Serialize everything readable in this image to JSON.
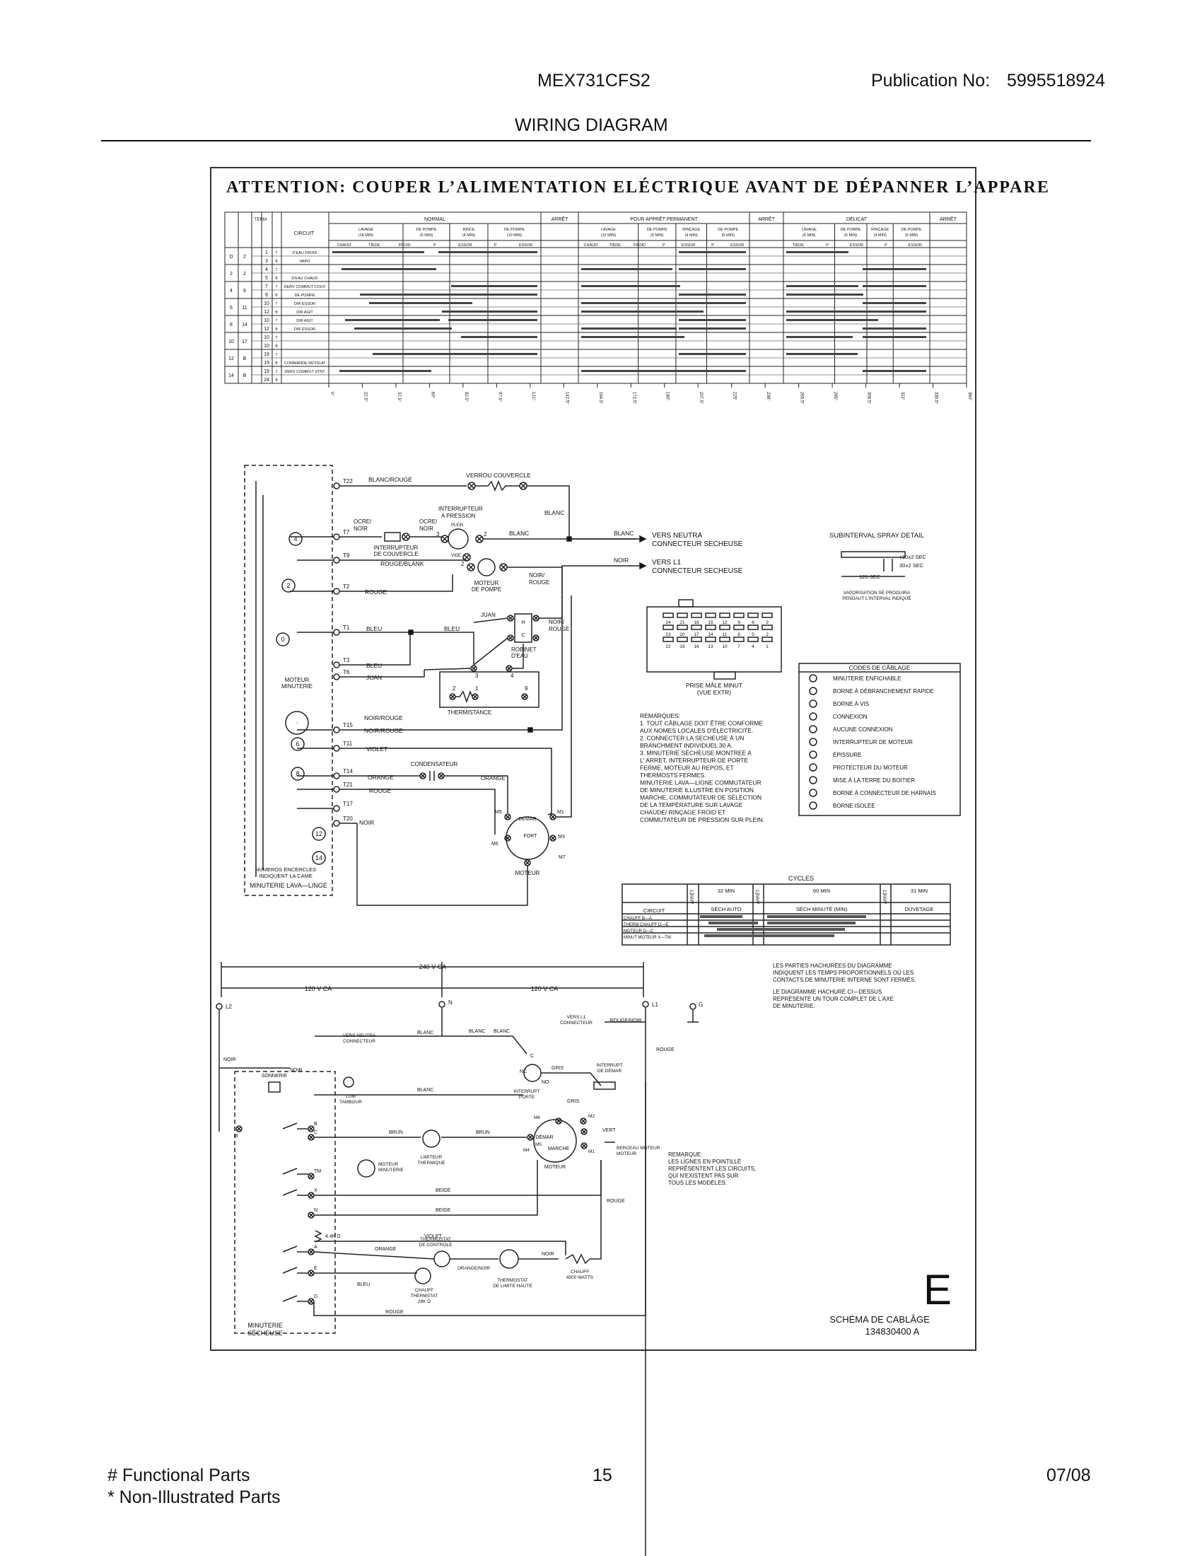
{
  "header": {
    "model": "MEX731CFS2",
    "publication_label": "Publication No:",
    "publication_no": "5995518924",
    "title": "WIRING DIAGRAM"
  },
  "attention": "ATTENTION: COUPER L’ALIMENTATION ELÉCTRIQUE AVANT DE DÉPANNER L’APPARE",
  "timer_chart": {
    "col_heads": [
      "TERM",
      "CIRCUIT"
    ],
    "sections": [
      "NORMAL",
      "ARRÊT",
      "POUR APPRÊT PERMANENT",
      "ARRÊT",
      "DÉLICAT",
      "ARRÊT"
    ],
    "normal_sub": [
      "LAVAGE (18 MIN)",
      "DE POMPE (5 MIN)",
      "RINCE (4 MIN)",
      "DE POMPE (10 MIN)"
    ],
    "normal_sub2": [
      "CHAUD",
      "TIÈDE",
      "FROID",
      "P",
      "ESSOR",
      "P",
      "ESSOR"
    ],
    "perm_sub": [
      "LAVAGE (12 MIN)",
      "DE POMPE (6 MIN)",
      "RINÇAGE (4 MIN)",
      "DE POMPE (6 MIN)"
    ],
    "perm_sub2": [
      "CHAUD",
      "TIÈDE",
      "FROID",
      "P",
      "ESSOR",
      "P",
      "ESSOR"
    ],
    "del_sub": [
      "LAVAGE (6 MIN)",
      "DE POMPE (6 MIN)",
      "RINÇAGE (4 MIN)",
      "DE POMPE (6 MIN)"
    ],
    "del_sub2": [
      "TIÈDE",
      "P",
      "ESSOR",
      "P",
      "ESSOR"
    ],
    "rows": [
      {
        "cam": "D",
        "t": "2",
        "term": "1",
        "c": "T",
        "circuit": "D'EAU FROID"
      },
      {
        "cam": "",
        "t": "",
        "term": "3",
        "c": "B",
        "circuit": "VAPO"
      },
      {
        "cam": "2",
        "t": "2",
        "term": "4",
        "c": "T",
        "circuit": ""
      },
      {
        "cam": "",
        "t": "",
        "term": "5",
        "c": "B",
        "circuit": "D'EAU CHAUD"
      },
      {
        "cam": "4",
        "t": "8",
        "term": "7",
        "c": "T",
        "circuit": "DERV COMMUT COUV"
      },
      {
        "cam": "",
        "t": "",
        "term": "9",
        "c": "B",
        "circuit": "DE POMPE"
      },
      {
        "cam": "6",
        "t": "11",
        "term": "10",
        "c": "T",
        "circuit": "DIR ESSOR"
      },
      {
        "cam": "",
        "t": "",
        "term": "12",
        "c": "B",
        "circuit": "DIR AGIT"
      },
      {
        "cam": "8",
        "t": "14",
        "term": "10",
        "c": "T",
        "circuit": "DIR AGIT"
      },
      {
        "cam": "",
        "t": "",
        "term": "12",
        "c": "B",
        "circuit": "DIR ESSOR"
      },
      {
        "cam": "10",
        "t": "17",
        "term": "10",
        "c": "T",
        "circuit": ""
      },
      {
        "cam": "",
        "t": "",
        "term": "10",
        "c": "B",
        "circuit": ""
      },
      {
        "cam": "12",
        "t": "B",
        "term": "19",
        "c": "T",
        "circuit": ""
      },
      {
        "cam": "",
        "t": "",
        "term": "19",
        "c": "B",
        "circuit": "COMMANDE MOTEUR"
      },
      {
        "cam": "14",
        "t": "B",
        "term": "19",
        "c": "T",
        "circuit": "DERV COMMUT STNT"
      },
      {
        "cam": "",
        "t": "",
        "term": "24",
        "c": "B",
        "circuit": ""
      }
    ],
    "degrees": [
      "0°",
      "22.5°",
      "37.5°",
      "60°",
      "82.5°",
      "97.5°",
      "121°",
      "142.5°",
      "164.5°",
      "172.5°",
      "180°",
      "207.5°",
      "225°",
      "238°",
      "265.5°",
      "285°",
      "308.5°",
      "321°",
      "335.5°",
      "360°"
    ]
  },
  "washer": {
    "labels": {
      "verrou": "VERROU COUVERCLE",
      "blanc_rouge": "BLANC/ROUGE",
      "interrupteur_pression": "INTERRUPTEUR A PRESSION",
      "blanc": "BLANC",
      "ocre_noir1": "OCRE/ NOIR",
      "ocre_noir2": "OCRE/ NOIR",
      "plein": "PLEIN",
      "vide": "VIDE",
      "int_couvercle": "INTERRUPTEUR DE COUVERCLE",
      "rouge_blank": "ROUGE/BLANK",
      "moteur_pompe": "MOTEUR DE POMPE",
      "noir_rouge_a": "NOIR/ ROUGE",
      "rouge": "ROUGE",
      "juan": "JUAN",
      "noir_rouge_b": "NOIR/ ROUGE",
      "bleu": "BLEU",
      "robinet": "ROBINET D'EAU",
      "moteur_minuterie": "MOTEUR MINUTERIE",
      "thermistance": "THERMISTANCE",
      "noir_rouge_c": "NOIR/ROUGE",
      "violet": "VIOLET",
      "condensateur": "CONDENSATEUR",
      "orange": "ORANGE",
      "demar": "DEMAR",
      "fort": "FORT",
      "noir": "NOIR",
      "moteur": "MOTEUR",
      "numeros": "NUMEROS ENCERCLES INDIQUENT LA CAME",
      "minuterie_lava": "MINUTERIE LAVA—LINGE",
      "vers_neutra": "VERS NEUTRA CONNECTEUR SECHEUSE",
      "vers_l1": "VERS L1 CONNECTEUR SECHEUSE",
      "blanc2": "BLANC",
      "noir2": "NOIR",
      "prise": "PRISE MÂLE MINUT (VUE EXTR)"
    },
    "terminals": [
      "T22",
      "T7",
      "T9",
      "T2",
      "T1",
      "T3",
      "T6",
      "T15",
      "T11",
      "T14",
      "T21",
      "T17",
      "T20"
    ],
    "cams": [
      "4",
      "2",
      "0",
      "6",
      "8",
      "12",
      "14"
    ]
  },
  "spray": {
    "title": "SUBINTERVAL SPRAY DETAIL",
    "t1": "10±2 SEC",
    "t2": "30±2 SEC",
    "t3": "120 SEC",
    "note": "VAPORISATION SE PRODUIRA PENDAUT L'INTERVAL INDIQUÉ"
  },
  "plug_numbers": [
    [
      "24",
      "21",
      "18",
      "15",
      "12",
      "9",
      "6",
      "3"
    ],
    [
      "23",
      "20",
      "17",
      "14",
      "11",
      "8",
      "5",
      "2"
    ],
    [
      "22",
      "19",
      "16",
      "13",
      "10",
      "7",
      "4",
      "1"
    ]
  ],
  "codes": {
    "title": "CODES DE CÂBLAGE",
    "items": [
      "MINUTERIE ENFICHABLE",
      "BORNE À DÉBRANCHEMENT RAPIDE",
      "BORNE À VIS",
      "CONNEXION",
      "AUCUNE CONNEXION",
      "INTERRUPTEUR DE MOTEUR",
      "ÉPISSURE",
      "PROTECTEUR DU MOTEUR",
      "MISE À LA TERRE DU BOITIER",
      "BORNE À CONNECTEUR DE HARNAIS",
      "BORNE ISOLÉE"
    ]
  },
  "remarks": [
    "REMARQUES:",
    "1. TOUT CÂBLAGE DOIT ÊTRE CONFORME",
    "   AUX NOMES LOCALES D'ÉLECTRICITÉ.",
    "2. CONNECTER LA SECHEUSE À UN",
    "   BRANCHMENT INDIVIDUEL 30 A.",
    "3. MINUTERIE SÈCHEUSE MONTREE A",
    "   L' ARRET, INTERRUPTEUR DE PORTE",
    "   FERME, MOTEUR AU REPOS, ET",
    "   THERMOSTS FERMES.",
    "   MINUTERIE LAVA—LIGNE COMMUTATEUR",
    "   DE MINUTERIE ILLUSTRE EN POSITION",
    "   MARCHE, COMMUTATEUR DE SÉLECTION",
    "   DE LA TEMPÉRATURE SUR LAVAGE",
    "   CHAUDE/ RINÇAGE FROID ET",
    "   COMMUTATEUR DE PRESSION SUR PLEIN."
  ],
  "cycles": {
    "title": "CYCLES",
    "heads": [
      "CIRCUIT",
      "32 MIN",
      "SÉCH AUTO",
      "ARRÊT",
      "60 MIN",
      "SÉCH MINUTÉ (MIN)",
      "ARRÊT",
      "31 MIN",
      "DUVETAGE",
      "ARRÊT"
    ],
    "rows": [
      "CHAUFF  B—A",
      "THERM CHAUFF  D—E",
      "MOTEUR  D—C",
      "MINUT MOTEUR  X—TM"
    ]
  },
  "hatch_note": [
    "LES PARTIES HACHURÉES DU DIAGRAMME",
    "INDIQUENT LES TEMPS PROPORTIONNELS OÙ LES",
    "CONTACTS DE MINUTERIE INTERNE SONT FERMÉS.",
    "LE DIAGRAMME HACHURÉ CI—DESSUS",
    "REPRÉSENTE UN TOUR COMPLET DE L'AXE",
    "DE MINUTERIE."
  ],
  "dryer": {
    "v240": "240 V CA",
    "v120a": "120 V CA",
    "v120b": "120 V CA",
    "L2": "L2",
    "N": "N",
    "L1": "L1",
    "G": "G",
    "vers_neutra": "VERS NEUTRA CONNECTEUR",
    "blanc1": "BLANC",
    "blanc2": "BLANC",
    "blanc3": "BLANC",
    "vers_l1": "VERS L1 CONNECTEUR",
    "rouge_noir": "ROUGE/NOIR",
    "noir": "NOIR",
    "noir2": "NOIR",
    "sonnerie": "SONNERIE",
    "lum": "LUM TAMBOUR",
    "blanc4": "BLANC",
    "gris": "GRIS",
    "interrupt_porte": "INTERRUPT PORTE",
    "interrupt_demar": "INTERRUPT DE DÉMAR",
    "rouge": "ROUGE",
    "gris2": "GRIS",
    "brun": "BRUN",
    "brun2": "BRUN",
    "limiteur": "LIMITEUR THERMIQUE",
    "demar": "DÉMAR",
    "marche": "MARCHE",
    "moteur": "MOTEUR",
    "vert": "VERT",
    "bergeau": "BERCEAU MOTEUR",
    "moteur_minuterie": "MOTEUR MINUTERIE",
    "beige": "BEIGE",
    "beige2": "BEIGE",
    "rouge2": "ROUGE",
    "res": "4.4K Ω",
    "violet": "VIOLET",
    "thermostat_controle": "THERMOSTAT DE CONTROLE",
    "orange": "ORANGE",
    "orange_noir": "ORANGE/NOIR",
    "noir3": "NOIR",
    "thermostat_limite": "THERMOSTAT DE LIMITE HAUTE",
    "chauff": "CHAUFF 4500 WATTS",
    "bleu": "BLEU",
    "chauff_thermstat": "CHAUFF THERMSTAT 28K Ω",
    "rouge3": "ROUGE",
    "minuterie_secheuse": "MINUTERIE SÉCHEUSE",
    "remarque": [
      "REMARQUE:",
      "LES LIGNES EN POINTILLÉ",
      "REPRÉSENTENT LES CIRCUITS,",
      "QUI N'EXISTENT PAS SUR",
      "TOUS LES MODÈLES."
    ]
  },
  "letter": "E",
  "schema_title": "SCHÉMA DE CABLÂGE",
  "schema_no": "134830400 A",
  "footer": {
    "functional": "# Functional Parts",
    "non_illustrated": "* Non-Illustrated Parts",
    "page": "15",
    "date": "07/08"
  }
}
